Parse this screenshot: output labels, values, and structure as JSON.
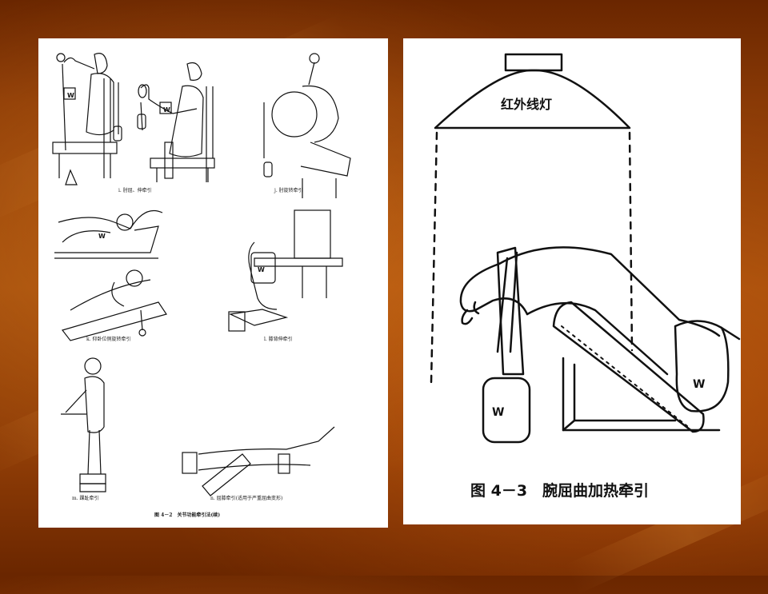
{
  "left_figure": {
    "captions": {
      "i": "i. 肘屈、伸牵引",
      "j": "j. 肘旋转牵引",
      "k": "k. 仰卧位侧旋转牵引",
      "l": "l. 膝背伸牵引",
      "m": "m. 踝趾牵引",
      "n": "n. 屈膝牵引(适用于严重屈曲变形)"
    },
    "figure_caption": "图 4－2　关节功能牵引法(续)",
    "weight_label": "W"
  },
  "right_figure": {
    "lamp_label": "红外线灯",
    "weight_label": "W",
    "figure_caption": "图 4－3　腕屈曲加热牵引"
  }
}
